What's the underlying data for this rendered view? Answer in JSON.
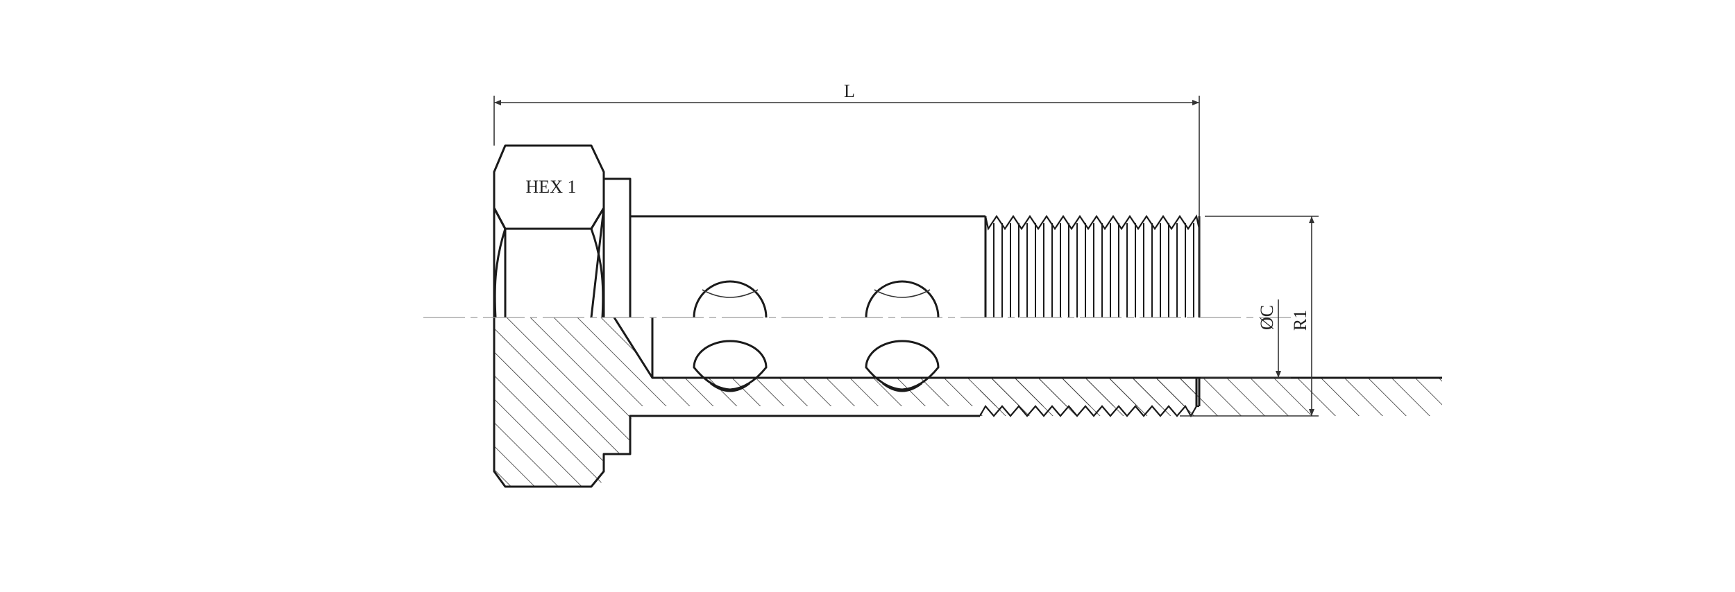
{
  "labels": {
    "hex": "HEX 1",
    "length": "L",
    "bore_diameter": "ØC",
    "thread_size": "R1"
  }
}
